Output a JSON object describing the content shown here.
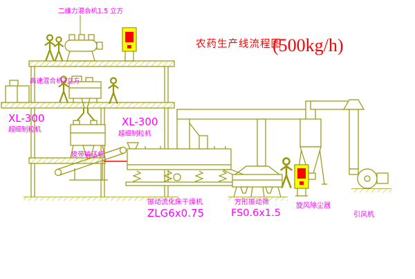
{
  "title": {
    "main": "农药生产线流程图",
    "capacity": "(500kg/h)"
  },
  "labels": {
    "mixer_2d": "二维力混合机1.5 立方",
    "mixer_highspeed": "高速混合机3立方",
    "granulator_left": {
      "model": "XL-300",
      "name": "超细制粒机"
    },
    "granulator_mid": {
      "model": "XL-300",
      "name": "超细制粒机"
    },
    "belt_conveyor": "皮带输送机",
    "dryer": {
      "name": "振动流化床干燥机",
      "model": "ZLG6x0.75"
    },
    "screen": {
      "name": "方形振动筛",
      "model": "FS0.6x1.5"
    },
    "cyclone": "旋风除尘器",
    "fan": "引风机"
  },
  "colors": {
    "background": "#ffffff",
    "drawing_line": "#97970a",
    "hatch_line": "#c3c300",
    "label_text": "#ff00ff",
    "title_text": "#ff0000",
    "cabinet_fill": "#ffff00",
    "cabinet_door": "#ff0000",
    "feed_line": "#ff0000"
  }
}
